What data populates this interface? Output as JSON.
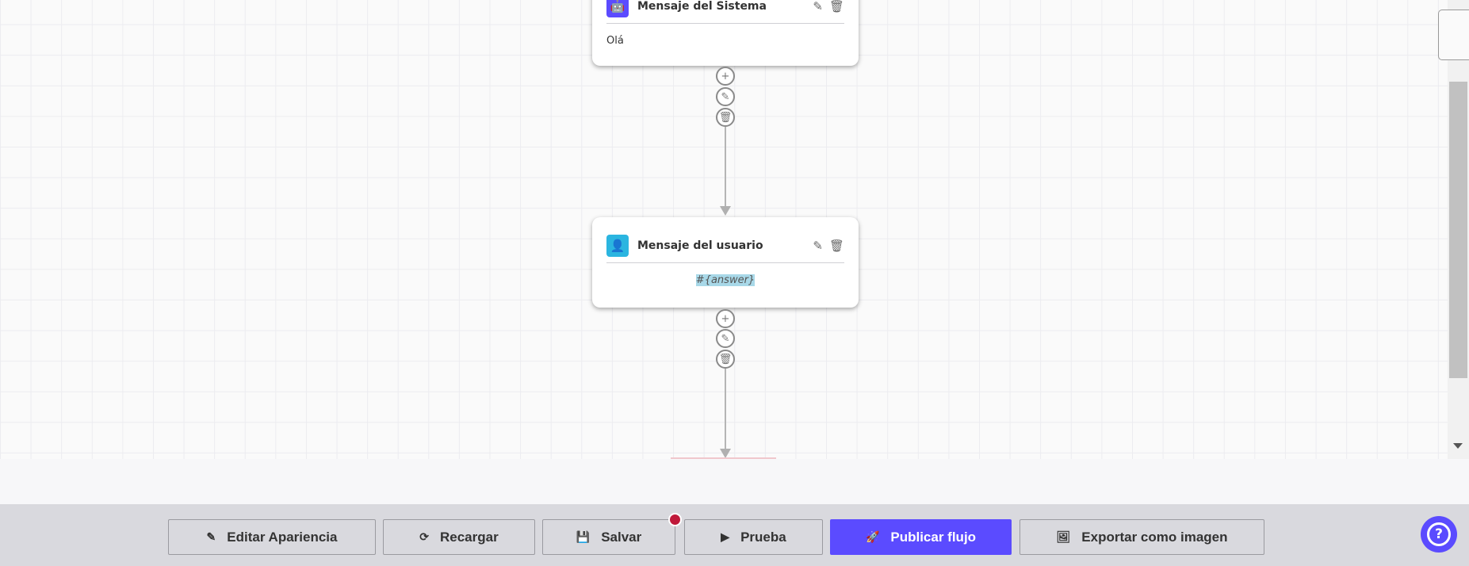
{
  "nodes": [
    {
      "title": "Mensaje del Sistema",
      "body": "Olá",
      "icon": "robot-icon",
      "icon_color": "#5b4bff"
    },
    {
      "title": "Mensaje del usuario",
      "body": "#{answer}",
      "icon": "user-icon",
      "icon_color": "#2bb5e0"
    }
  ],
  "toolbar": {
    "edit_label": "Editar Apariencia",
    "reload_label": "Recargar",
    "save_label": "Salvar",
    "test_label": "Prueba",
    "publish_label": "Publicar flujo",
    "export_label": "Exportar como imagen"
  },
  "colors": {
    "accent": "#5b4bff",
    "unsaved_dot": "#c0193a"
  }
}
